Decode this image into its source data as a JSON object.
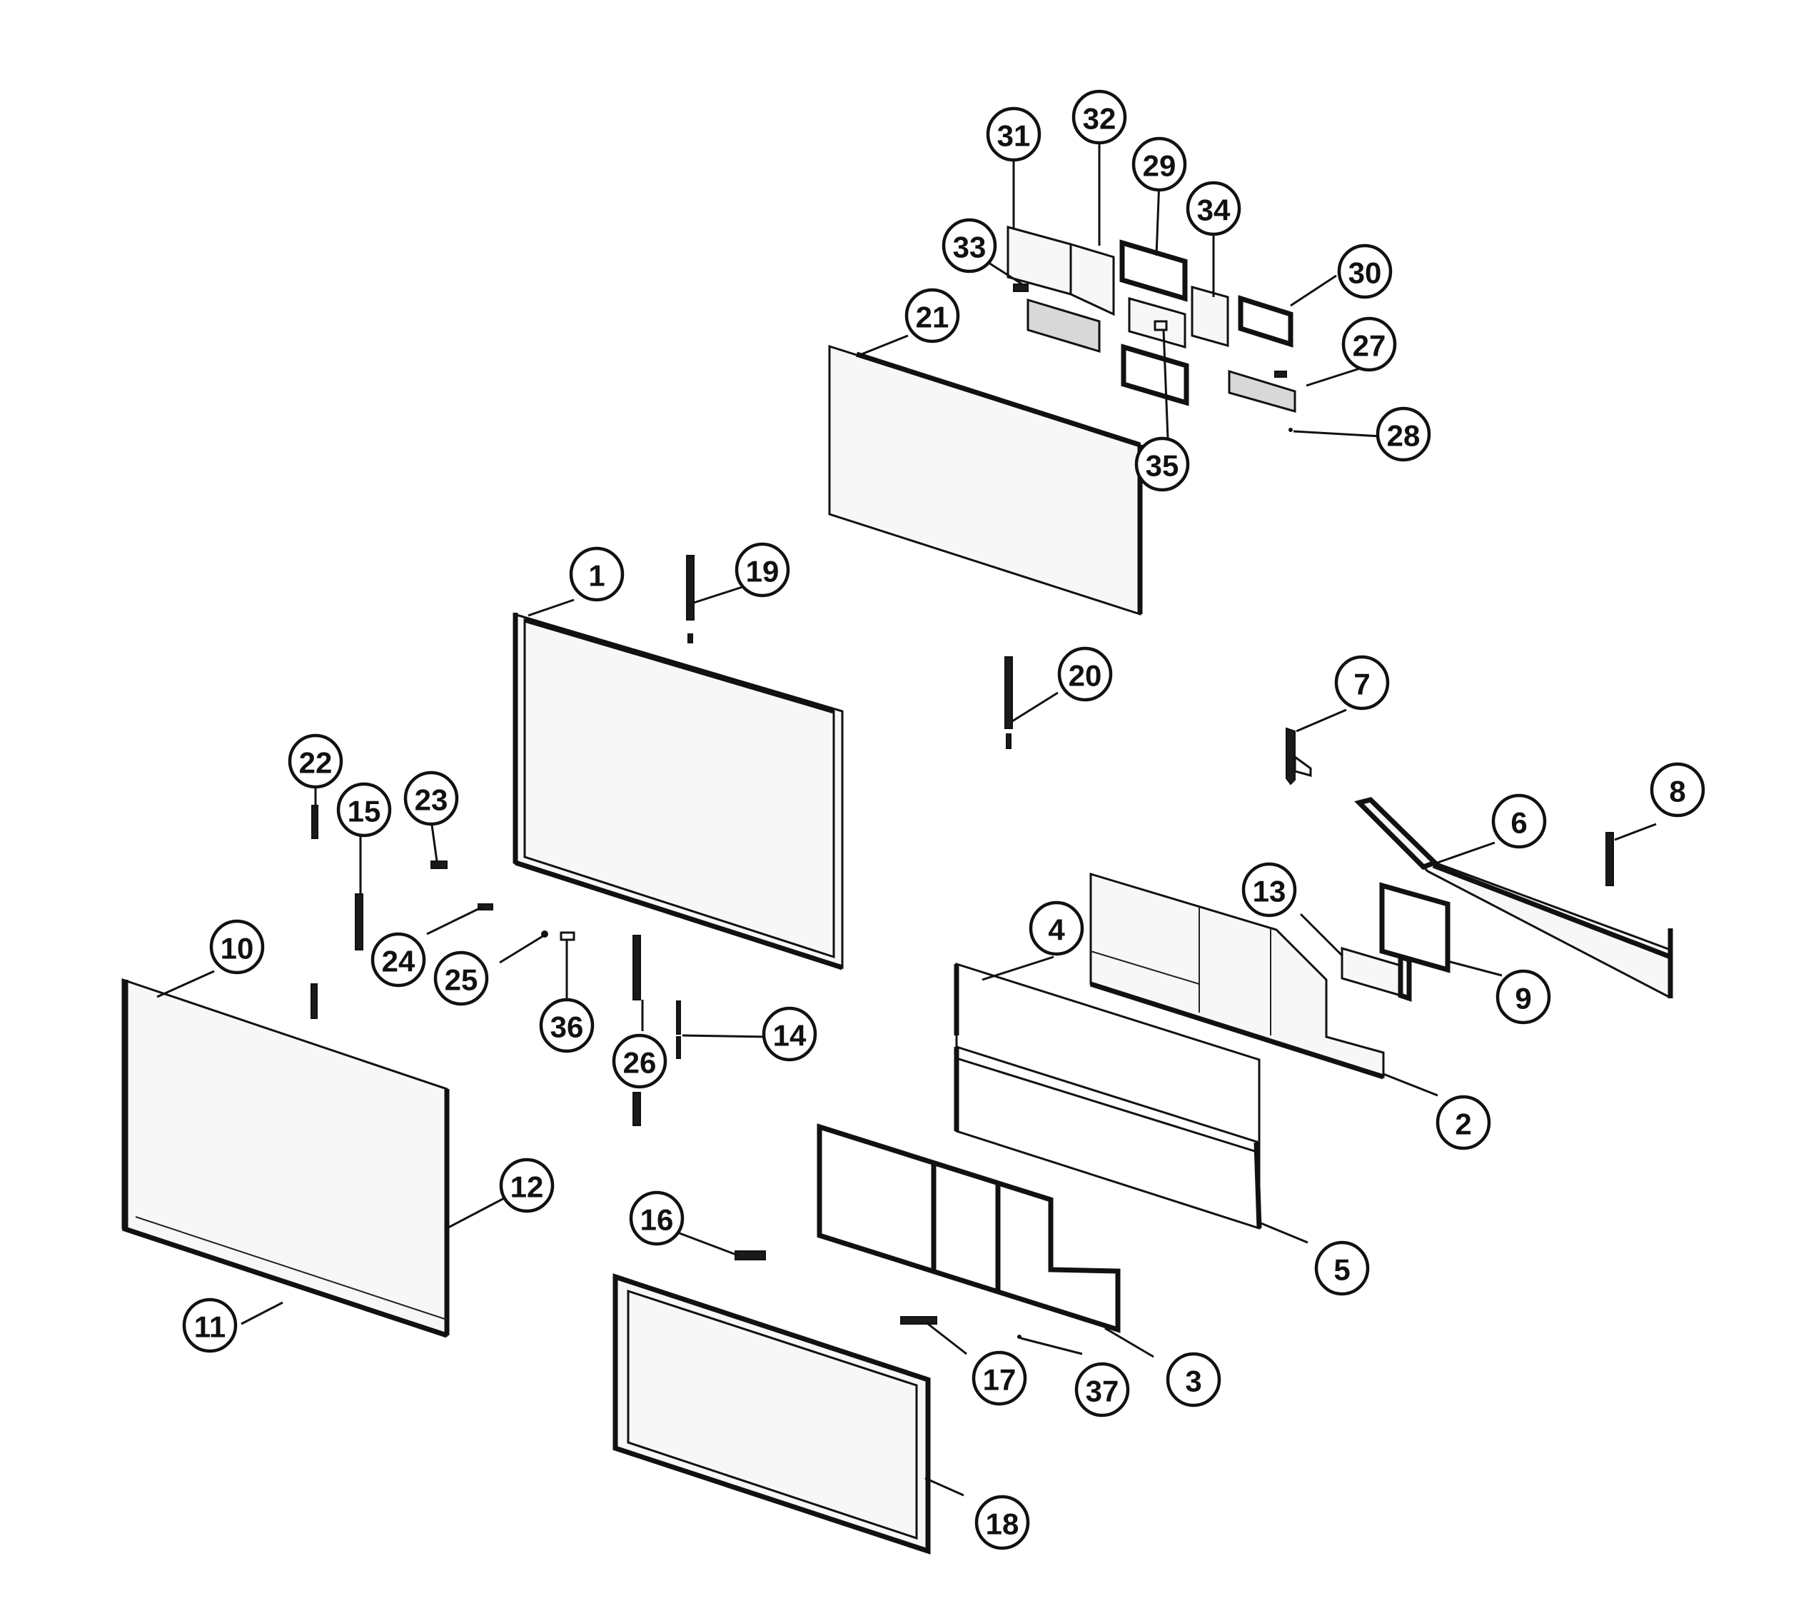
{
  "diagram": {
    "callouts": [
      "1",
      "2",
      "3",
      "4",
      "5",
      "6",
      "7",
      "8",
      "9",
      "10",
      "11",
      "12",
      "13",
      "14",
      "15",
      "16",
      "17",
      "18",
      "19",
      "20",
      "21",
      "22",
      "23",
      "24",
      "25",
      "26",
      "27",
      "28",
      "29",
      "30",
      "31",
      "32",
      "33",
      "34",
      "35",
      "36",
      "37"
    ]
  }
}
